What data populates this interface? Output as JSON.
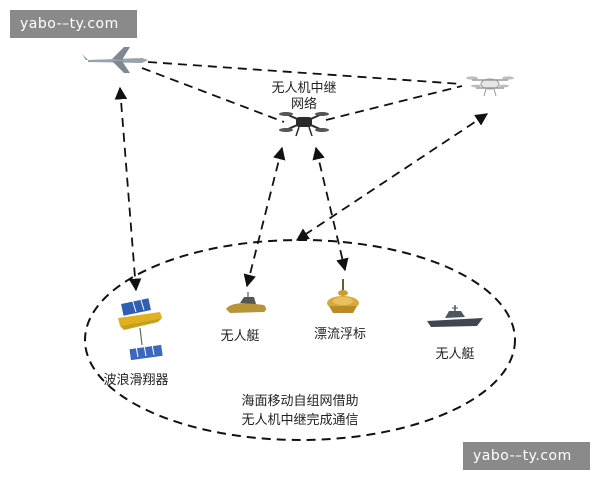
{
  "watermarks": {
    "top_left": "yabo-–ty.com",
    "bottom_right": "yabo-–ty.com"
  },
  "labels": {
    "relay_network_line1": "无人机中继",
    "relay_network_line2": "网络",
    "wave_glider": "波浪滑翔器",
    "usv_left": "无人艇",
    "drift_buoy": "漂流浮标",
    "usv_right": "无人艇",
    "caption_line1": "海面移动自组网借助",
    "caption_line2": "无人机中继完成通信"
  },
  "icons": {
    "fixed_wing": "fixed-wing-uav-icon",
    "quad_relay": "quadcopter-relay-icon",
    "hexa": "hexacopter-icon",
    "wave_glider": "wave-glider-icon",
    "usv_small": "usv-icon",
    "buoy": "drift-buoy-icon",
    "warship": "warship-usv-icon"
  },
  "colors": {
    "line": "#111111",
    "text": "#222222",
    "watermark_bg": "#8a8a8a"
  }
}
